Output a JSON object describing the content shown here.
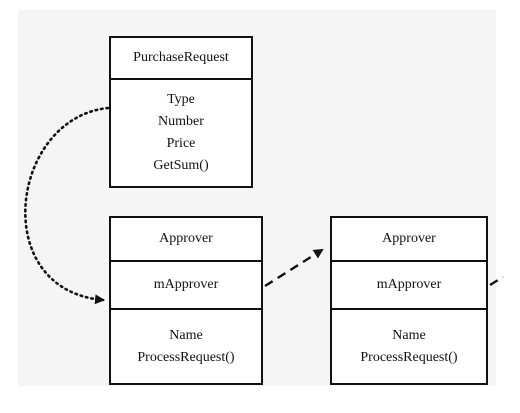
{
  "diagram": {
    "purchase_request": {
      "name": "PurchaseRequest",
      "members": [
        "Type",
        "Number",
        "Price",
        "GetSum()"
      ]
    },
    "approvers": [
      {
        "name": "Approver",
        "field": "mApprover",
        "members": [
          "Name",
          "ProcessRequest()"
        ]
      },
      {
        "name": "Approver",
        "field": "mApprover",
        "members": [
          "Name",
          "ProcessRequest()"
        ]
      }
    ],
    "connectors": [
      {
        "from": "PurchaseRequest",
        "to": "Approver 1 mApprover",
        "style": "dotted",
        "arrow": "end"
      },
      {
        "from": "Approver 1 mApprover",
        "to": "Approver 2",
        "style": "dashed",
        "arrow": "end"
      },
      {
        "from": "Approver 2 mApprover",
        "to": "next (off-canvas)",
        "style": "dashed",
        "arrow": "none"
      }
    ],
    "colors": {
      "line": "#111111",
      "box_fill": "#ffffff",
      "background_panel": "#f5f5f5"
    }
  }
}
